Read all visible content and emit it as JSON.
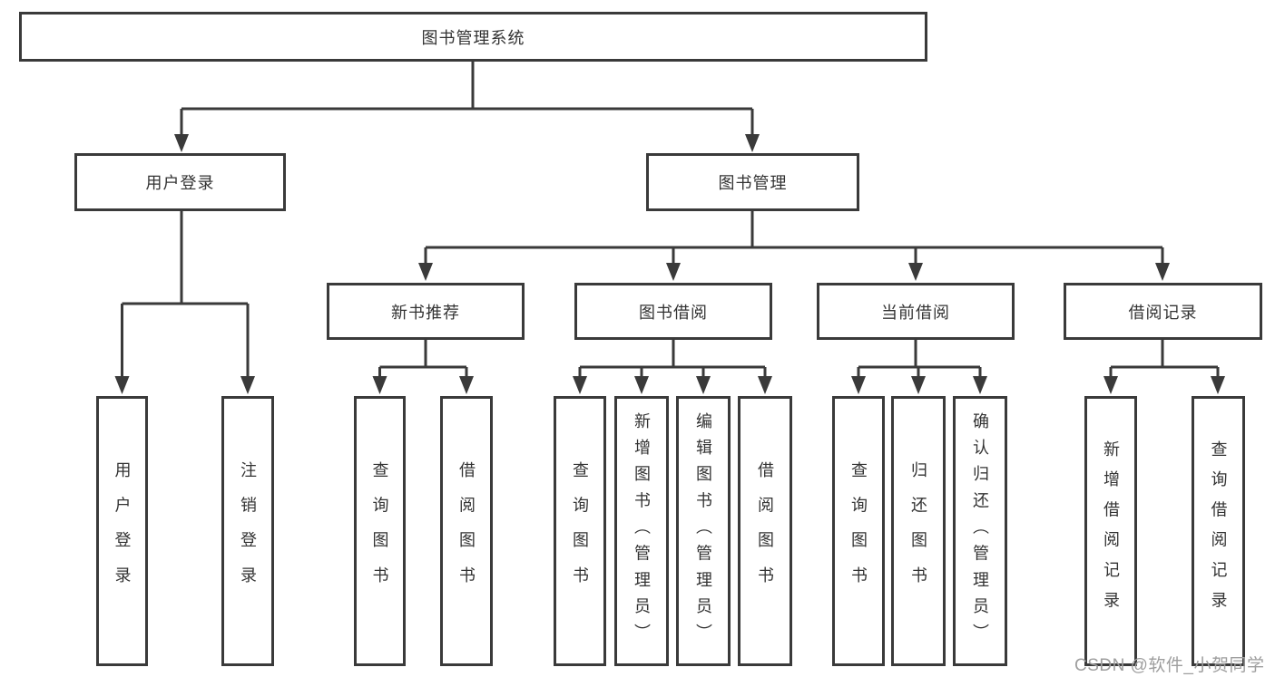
{
  "tree": {
    "label": "图书管理系统",
    "children": [
      {
        "label": "用户登录",
        "children": [
          {
            "label": "用户登录"
          },
          {
            "label": "注销登录"
          }
        ]
      },
      {
        "label": "图书管理",
        "children": [
          {
            "label": "新书推荐",
            "children": [
              {
                "label": "查询图书"
              },
              {
                "label": "借阅图书"
              }
            ]
          },
          {
            "label": "图书借阅",
            "children": [
              {
                "label": "查询图书"
              },
              {
                "label": "新增图书（管理员）"
              },
              {
                "label": "编辑图书（管理员）"
              },
              {
                "label": "借阅图书"
              }
            ]
          },
          {
            "label": "当前借阅",
            "children": [
              {
                "label": "查询图书"
              },
              {
                "label": "归还图书"
              },
              {
                "label": "确认归还（管理员）"
              }
            ]
          },
          {
            "label": "借阅记录",
            "children": [
              {
                "label": "新增借阅记录"
              },
              {
                "label": "查询借阅记录"
              }
            ]
          }
        ]
      }
    ]
  },
  "watermark": {
    "text": "CSDN @软件_小贺同学"
  },
  "colors": {
    "line": "#3a3a3a",
    "box_border": "#3a3a3a",
    "text": "#333333",
    "watermark": "#9e9e9e",
    "background": "#ffffff"
  }
}
